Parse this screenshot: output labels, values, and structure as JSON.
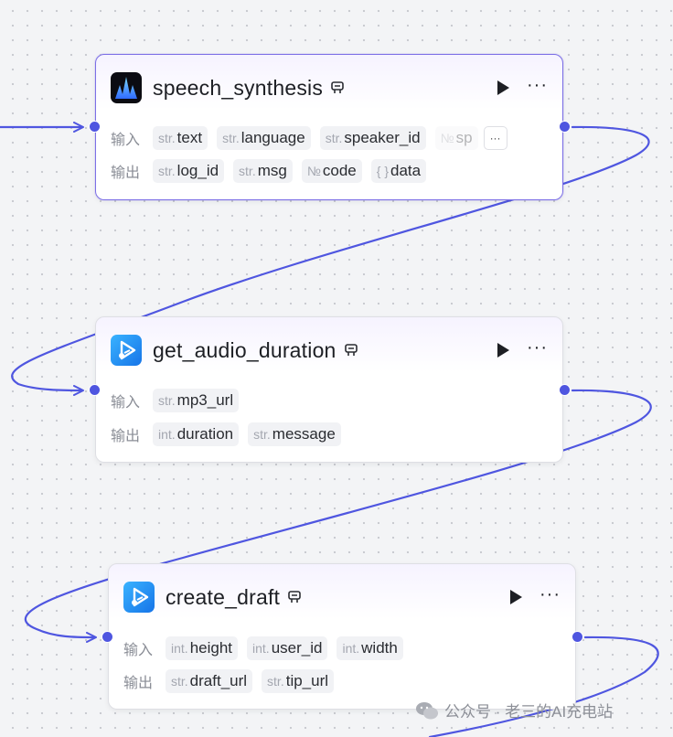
{
  "canvas": {
    "edge_color": "#4f56e0"
  },
  "nodes": [
    {
      "id": "speech_synthesis",
      "title": "speech_synthesis",
      "icon": "waveform-logo-icon",
      "selected": true,
      "input_label": "输入",
      "output_label": "输出",
      "inputs": [
        {
          "type": "str.",
          "name": "text"
        },
        {
          "type": "str.",
          "name": "language"
        },
        {
          "type": "str.",
          "name": "speaker_id"
        },
        {
          "type": "№",
          "name": "sp"
        }
      ],
      "outputs": [
        {
          "type": "str.",
          "name": "log_id"
        },
        {
          "type": "str.",
          "name": "msg"
        },
        {
          "type": "№",
          "name": "code"
        },
        {
          "type": "{ }",
          "name": "data"
        }
      ],
      "overflow_label": "···"
    },
    {
      "id": "get_audio_duration",
      "title": "get_audio_duration",
      "icon": "video-editor-icon",
      "selected": false,
      "input_label": "输入",
      "output_label": "输出",
      "inputs": [
        {
          "type": "str.",
          "name": "mp3_url"
        }
      ],
      "outputs": [
        {
          "type": "int.",
          "name": "duration"
        },
        {
          "type": "str.",
          "name": "message"
        }
      ]
    },
    {
      "id": "create_draft",
      "title": "create_draft",
      "icon": "video-editor-icon",
      "selected": false,
      "input_label": "输入",
      "output_label": "输出",
      "inputs": [
        {
          "type": "int.",
          "name": "height"
        },
        {
          "type": "int.",
          "name": "user_id"
        },
        {
          "type": "int.",
          "name": "width"
        }
      ],
      "outputs": [
        {
          "type": "str.",
          "name": "draft_url"
        },
        {
          "type": "str.",
          "name": "tip_url"
        }
      ]
    }
  ],
  "header_actions": {
    "more_label": "···"
  },
  "watermark": {
    "text": "公众号 · 老三的AI充电站"
  }
}
